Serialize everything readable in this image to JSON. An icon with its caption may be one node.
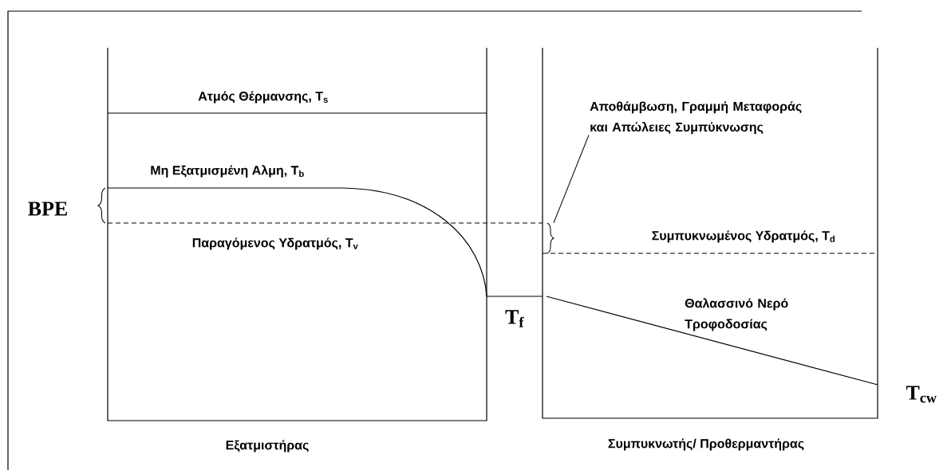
{
  "diagram": {
    "nodes": [
      {
        "text": [
          "Αποθάμβωση, Γραμμή Μεταφοράς και Απώλειες Συμπύκνωσης"
        ]
      },
      {
        "text": [],
        "shape": "brace"
      }
    ],
    "edges": [
      {
        "from": 0,
        "to": 1,
        "arrow": "none"
      }
    ],
    "labels": [
      "Ατμός Θέρμανσης, T$_{s}$",
      "Μη Εξατμισμένη Αλμη, T$_{b}$",
      "BPE",
      "Παραγόμενος Υδρατμός, T$_{v}$",
      "Συμπυκνωμένος Υδρατμός, T$_{d}$",
      "Θαλασσινό Νερό Τροφοδοσίας",
      "T$_{f}$",
      "T$_{cw}$",
      "Εξατμιστήρας",
      "Συμπυκνωτής/ Προθερμαντήρας"
    ]
  }
}
